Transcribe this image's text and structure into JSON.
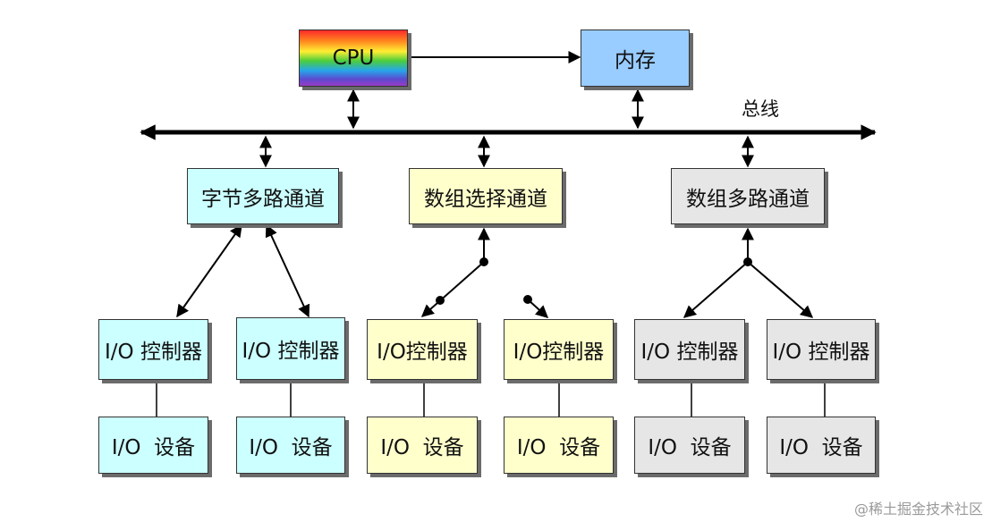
{
  "cpu": "CPU",
  "memory": "内存",
  "bus_label": "总线",
  "channels": {
    "byte_mux": "字节多路通道",
    "block_select": "数组选择通道",
    "block_mux": "数组多路通道"
  },
  "controller_label": "I/O 控制器",
  "controller_label_tight": "I/O控制器",
  "device_label": "I/O  设备",
  "watermark": "@稀土掘金技术社区",
  "colors": {
    "byte_mux": "#ccffff",
    "block_select": "#ffffcc",
    "block_mux": "#e6e6e6",
    "memory": "#99ccff"
  }
}
